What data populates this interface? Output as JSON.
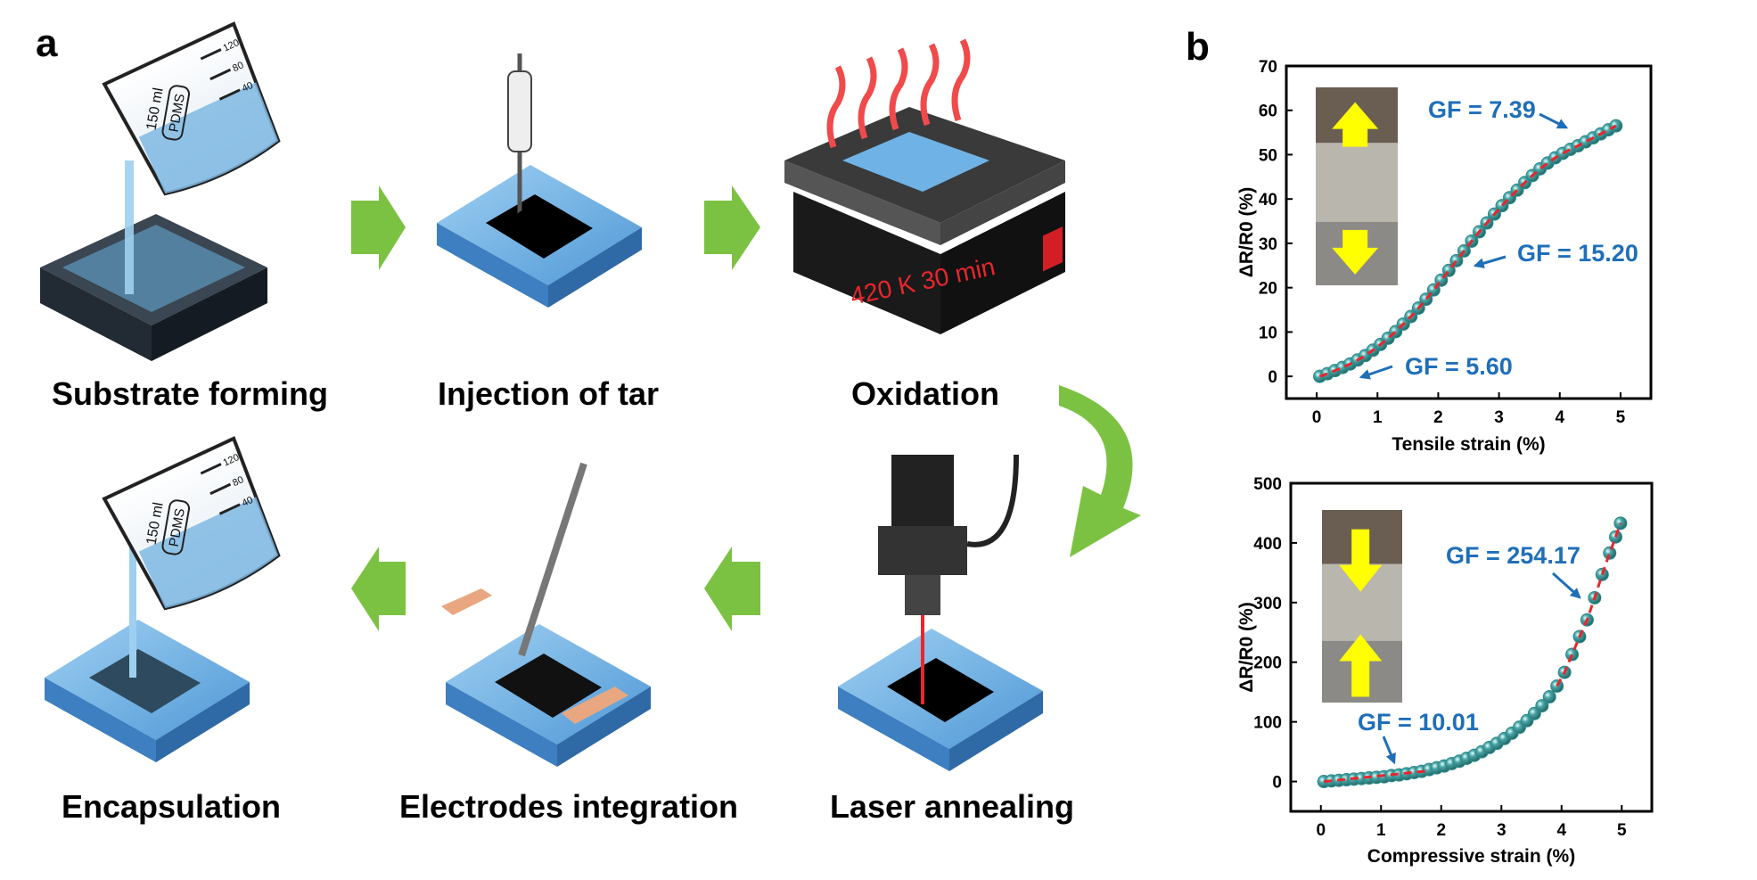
{
  "panel_a": {
    "letter": "a",
    "steps": [
      {
        "label": "Substrate forming"
      },
      {
        "label": "Injection of tar"
      },
      {
        "label": "Oxidation"
      },
      {
        "label": "Laser annealing"
      },
      {
        "label": "Electrodes integration"
      },
      {
        "label": "Encapsulation"
      }
    ],
    "beaker_text": {
      "volume": "150 ml",
      "material": "PDMS",
      "marks": [
        "120",
        "80",
        "40"
      ]
    },
    "hotplate_text": "420 K 30 min",
    "colors": {
      "arrow_green": "#7cc242",
      "pdms_blue": "#6fb3e6",
      "heat_red": "#f04a4a",
      "text_red": "#e8262d"
    }
  },
  "panel_b": {
    "letter": "b"
  },
  "chart_data": [
    {
      "type": "scatter",
      "xlabel": "Tensile strain (%)",
      "ylabel": "ΔR/R0 (%)",
      "xlim": [
        -0.5,
        5.5
      ],
      "ylim": [
        -5,
        70
      ],
      "xticks": [
        0,
        1,
        2,
        3,
        4,
        5
      ],
      "yticks": [
        0,
        10,
        20,
        30,
        40,
        50,
        60,
        70
      ],
      "grid": false,
      "x": [
        0.05,
        0.175,
        0.3,
        0.425,
        0.55,
        0.675,
        0.8,
        0.925,
        1.05,
        1.175,
        1.3,
        1.425,
        1.55,
        1.675,
        1.8,
        1.925,
        2.05,
        2.175,
        2.3,
        2.425,
        2.55,
        2.675,
        2.8,
        2.925,
        3.05,
        3.175,
        3.3,
        3.425,
        3.55,
        3.675,
        3.8,
        3.925,
        4.05,
        4.175,
        4.3,
        4.425,
        4.55,
        4.675,
        4.8,
        4.925
      ],
      "y": [
        0,
        0.6,
        1.3,
        2,
        2.8,
        3.7,
        4.7,
        5.9,
        7.2,
        8.6,
        10.1,
        11.8,
        13.5,
        15.4,
        17.4,
        19.5,
        21.7,
        23.9,
        26.1,
        28.3,
        30.5,
        32.6,
        34.6,
        36.6,
        38.5,
        40.3,
        42,
        43.7,
        45.3,
        46.8,
        48.1,
        49.3,
        50.3,
        51.2,
        52,
        52.9,
        53.8,
        54.7,
        55.6,
        56.5
      ],
      "fit_segments": [
        [
          0.05,
          4.925
        ]
      ],
      "annotations": [
        {
          "text": "GF = 5.60"
        },
        {
          "text": "GF = 15.20"
        },
        {
          "text": "GF = 7.39"
        }
      ],
      "marker_color": "#2e8b8b",
      "fit_color": "#e8262d",
      "annotation_color": "#1f6fb8"
    },
    {
      "type": "scatter",
      "xlabel": "Compressive strain (%)",
      "ylabel": "ΔR/R0 (%)",
      "xlim": [
        -0.5,
        5.5
      ],
      "ylim": [
        -50,
        500
      ],
      "xticks": [
        0,
        1,
        2,
        3,
        4,
        5
      ],
      "yticks": [
        0,
        100,
        200,
        300,
        400,
        500
      ],
      "grid": false,
      "x": [
        0.05,
        0.175,
        0.3,
        0.425,
        0.55,
        0.675,
        0.8,
        0.925,
        1.05,
        1.175,
        1.3,
        1.425,
        1.55,
        1.675,
        1.8,
        1.925,
        2.05,
        2.175,
        2.3,
        2.425,
        2.55,
        2.675,
        2.8,
        2.925,
        3.05,
        3.175,
        3.3,
        3.425,
        3.55,
        3.675,
        3.8,
        3.925,
        4.05,
        4.175,
        4.3,
        4.425,
        4.55,
        4.675,
        4.8,
        4.9,
        4.98
      ],
      "y": [
        0,
        1,
        2,
        3,
        4,
        5,
        6,
        7,
        8,
        10,
        11,
        13,
        15,
        17,
        20,
        23,
        26,
        30,
        34,
        39,
        44,
        50,
        57,
        64,
        72,
        81,
        91,
        102,
        114,
        127,
        142,
        160,
        183,
        213,
        243,
        271,
        308,
        347,
        383,
        410,
        433
      ],
      "fit_segments": [
        [
          0.05,
          1.85
        ],
        [
          3.88,
          4.98
        ]
      ],
      "annotations": [
        {
          "text": "GF = 10.01"
        },
        {
          "text": "GF = 254.17"
        }
      ],
      "marker_color": "#2e8b8b",
      "fit_color": "#e8262d",
      "annotation_color": "#1f6fb8"
    }
  ]
}
